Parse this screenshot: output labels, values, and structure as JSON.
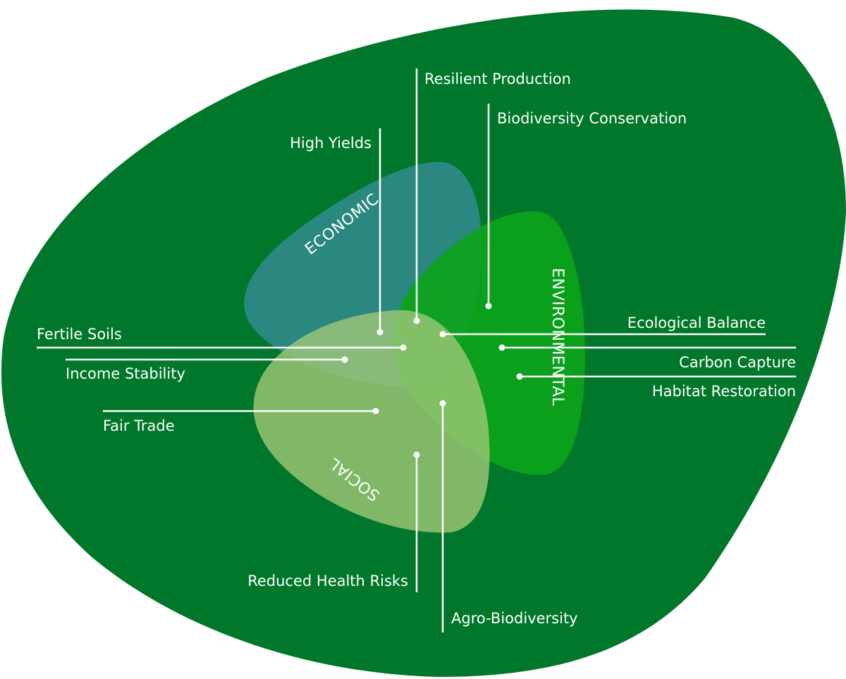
{
  "diagram": {
    "title": "Sustainability dimensions diagram",
    "colors": {
      "background_blob": "#00772A",
      "economic": "#2A8C8A",
      "environmental": "#0BA41A",
      "social": "#8CB860",
      "text_and_lines": "#FFFFFF"
    },
    "categories": {
      "economic": "ECONOMIC",
      "environmental": "ENVIRONMENTAL",
      "social": "SOCIAL"
    },
    "labels": {
      "resilient_production": "Resilient Production",
      "biodiversity_conservation": "Biodiversity Conservation",
      "high_yields": "High Yields",
      "fertile_soils": "Fertile Soils",
      "income_stability": "Income Stability",
      "fair_trade": "Fair Trade",
      "ecological_balance": "Ecological Balance",
      "carbon_capture": "Carbon Capture",
      "habitat_restoration": "Habitat Restoration",
      "reduced_health_risks": "Reduced Health Risks",
      "agro_biodiversity": "Agro-Biodiversity"
    }
  }
}
